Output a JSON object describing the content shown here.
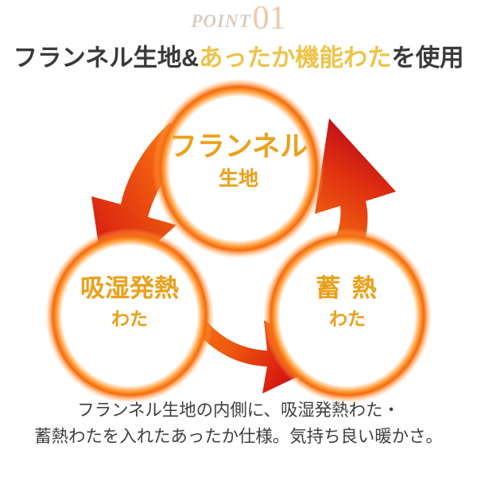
{
  "eyebrow": {
    "label": "POINT",
    "number": "01",
    "label_color": "#d9cdc2",
    "number_color": "#ecc9ac"
  },
  "headline": {
    "lead": "フランネル生地&",
    "accent": "あったか機能わた",
    "tail": "を使用",
    "base_color": "#3a3a3a",
    "accent_color": "#edc44a"
  },
  "diagram": {
    "type": "cycle",
    "bubble_text_color": "#e9a11d",
    "ring_color": "#f07000",
    "arrow_tail_color": "#f26a18",
    "arrow_head_color": "#c4161c",
    "nodes": [
      {
        "id": "flannel",
        "position": "top",
        "main": "フランネル",
        "sub": "生地"
      },
      {
        "id": "moisture",
        "position": "bottom-left",
        "main": "吸湿発熱",
        "sub": "わた"
      },
      {
        "id": "heat",
        "position": "bottom-right",
        "main": "蓄 熱",
        "sub": "わた"
      }
    ],
    "arrows": [
      {
        "id": "heat-to-flannel",
        "from": "heat",
        "to": "flannel"
      },
      {
        "id": "flannel-to-moisture",
        "from": "flannel",
        "to": "moisture"
      },
      {
        "id": "moisture-to-heat",
        "from": "moisture",
        "to": "heat"
      }
    ]
  },
  "caption": {
    "line1": "フランネル生地の内側に、吸湿発熱わた・",
    "line2": "蓄熱わたを入れたあったか仕様。気持ち良い暖かさ。"
  }
}
